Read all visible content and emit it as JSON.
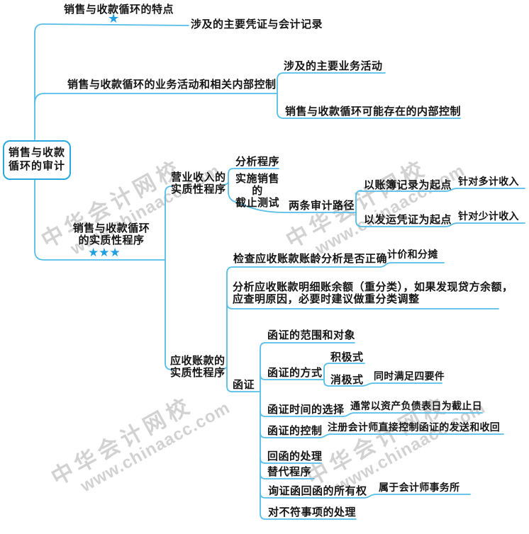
{
  "watermark": {
    "line1": "中华会计网校",
    "line2": "www.chinaacc.com"
  },
  "mindmap": {
    "root": "销售与收款\n循环的审计",
    "features": {
      "label": "销售与收款循环的特点",
      "stars": "★",
      "records": "涉及的主要凭证与会计记录"
    },
    "activities": {
      "label": "销售与收款循环的业务活动和相关内部控制",
      "main_activities": "涉及的主要业务活动",
      "internal_controls": "销售与收款循环可能存在的内部控制"
    },
    "substantive": {
      "label": "销售与收款循环\n的实质性程序",
      "stars": "★★★",
      "revenue": {
        "label": "营业收入的\n实质性程序",
        "analytical_procedures": "分析程序",
        "sales_cutoff_test": "实施销售的\n截止测试",
        "audit_paths": {
          "label": "两条审计路径",
          "ledger": {
            "label": "以账簿记录为起点",
            "note": "针对多计收入"
          },
          "shipping": {
            "label": "以发运凭证为起点",
            "note": "针对少计收入"
          }
        }
      },
      "receivables": {
        "label": "应收账款的\n实质性程序",
        "aging": {
          "label": "检查应收账款账龄分析是否正确",
          "note": "计价和分摊"
        },
        "reclassification": "分析应收账款明细账余额（重分类），如果发现贷方余额，\n应查明原因，必要时建议做重分类调整",
        "confirmation": {
          "label": "函证",
          "scope": "函证的范围和对象",
          "method": {
            "label": "函证的方式",
            "positive": "积极式",
            "negative": {
              "label": "消极式",
              "note": "同时满足四要件"
            }
          },
          "timing": {
            "label": "函证时间的选择",
            "note": "通常以资产负债表日为截止日"
          },
          "control": {
            "label": "函证的控制",
            "note": "注册会计师直接控制函证的发送和收回"
          },
          "reply_handling": "回函的处理",
          "alternative_procedures": "替代程序",
          "reply_ownership": {
            "label": "询证函回函的所有权",
            "note": "属于会计师事务所"
          },
          "exception_handling": "对不符事项的处理"
        }
      }
    }
  }
}
